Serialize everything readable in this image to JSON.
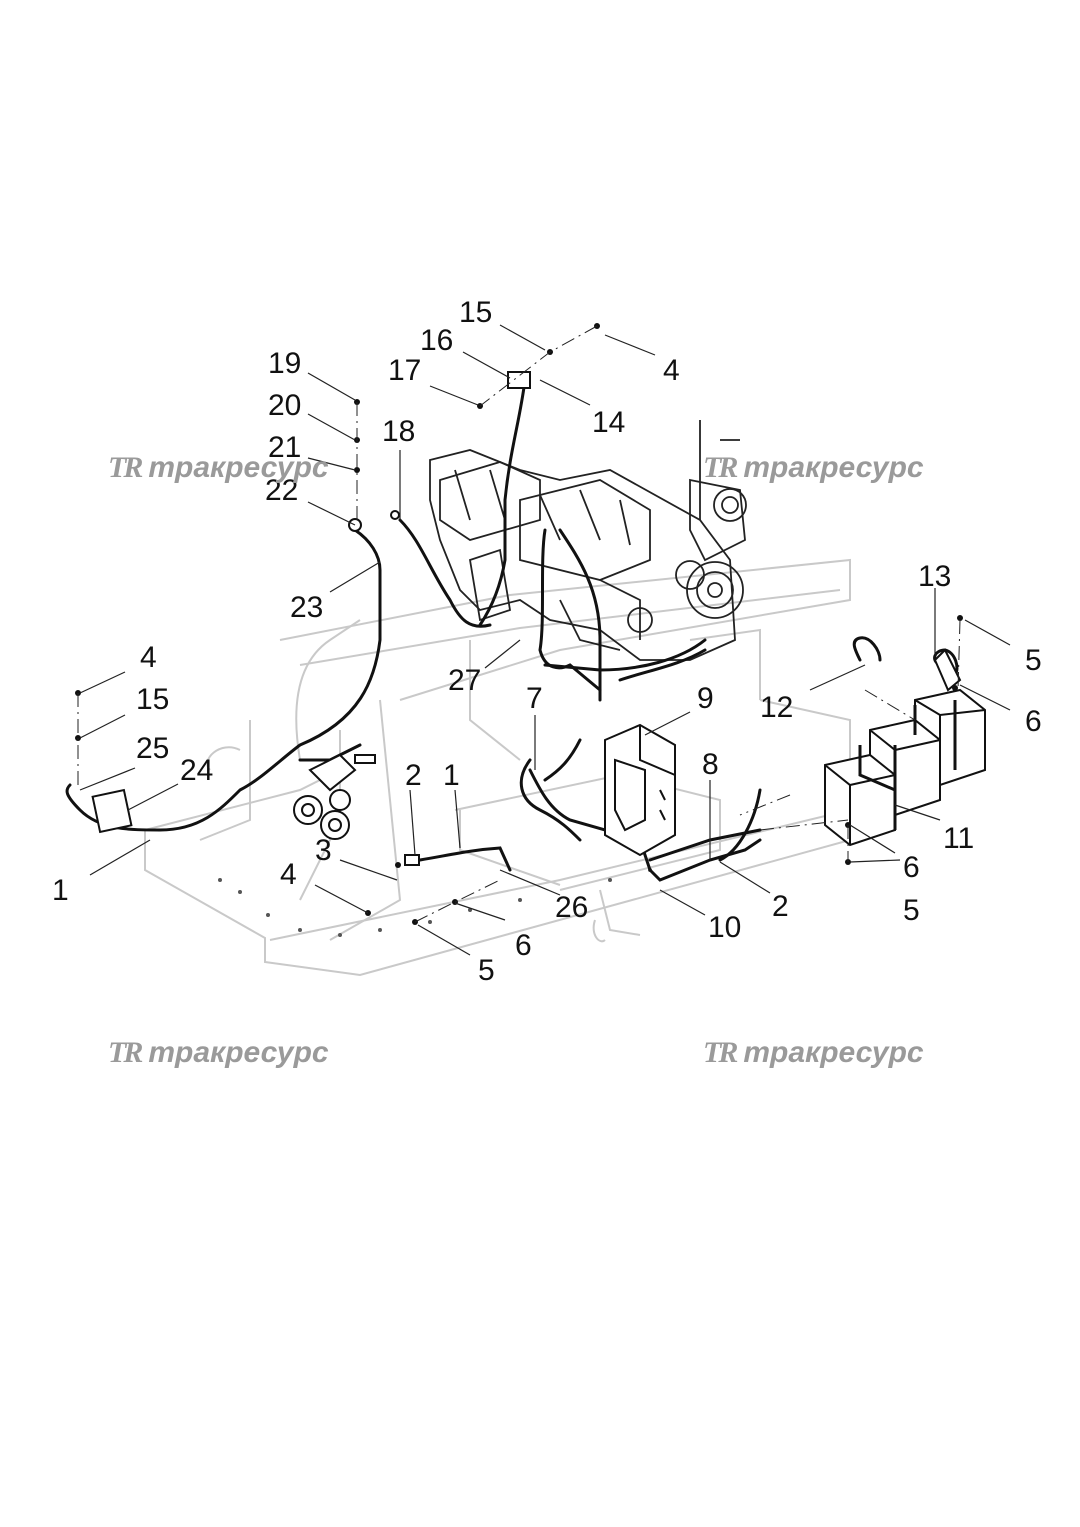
{
  "watermark": {
    "logo": "TR",
    "text": "тракресурс"
  },
  "callouts": [
    "15",
    "16",
    "4",
    "17",
    "14",
    "19",
    "20",
    "18",
    "21",
    "22",
    "23",
    "13",
    "5",
    "4",
    "15",
    "27",
    "7",
    "9",
    "12",
    "6",
    "25",
    "24",
    "2",
    "1",
    "8",
    "3",
    "11",
    "1",
    "4",
    "6",
    "26",
    "2",
    "5",
    "10",
    "6",
    "5"
  ]
}
